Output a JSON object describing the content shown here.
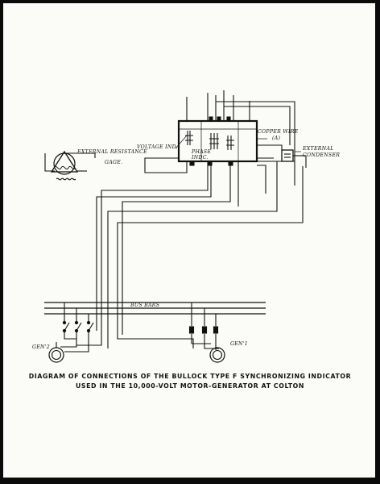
{
  "labels": {
    "voltage_ind": "VOLTAGE IND.",
    "phase_ind_line1": "PHASE",
    "phase_ind_line2": "INDC.",
    "copper_wire_line1": "COPPER WIRE",
    "copper_wire_line2": "(A)",
    "external_condenser_line1": "EXTERNAL",
    "external_condenser_line2": "CONDENSER",
    "external_resistance": "EXTERNAL RESISTANCE",
    "gage": "GAGE.",
    "bus_bars": "BUS BARS",
    "gen_2": "GEN'2",
    "gen_1": "GEN'1"
  },
  "caption": {
    "line1": "DIAGRAM OF CONNECTIONS OF THE BULLOCK TYPE F SYNCHRONIZING INDICATOR",
    "line2": "USED IN THE 10,000-VOLT MOTOR-GENERATOR AT COLTON"
  }
}
